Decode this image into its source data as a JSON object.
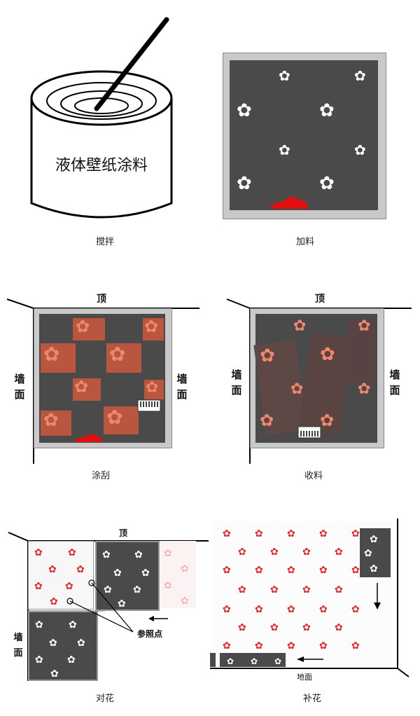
{
  "steps": [
    {
      "caption": "搅拌"
    },
    {
      "caption": "加料"
    },
    {
      "caption": "涂刮"
    },
    {
      "caption": "收料"
    },
    {
      "caption": "对花"
    },
    {
      "caption": "补花"
    }
  ],
  "can_label": "液体壁纸涂料",
  "labels": {
    "top": "顶",
    "wall_chars": [
      "墙",
      "面"
    ],
    "ref_point": "参照点",
    "floor": "地面"
  },
  "icons": {
    "flower": "maple-leaf-flower-icon",
    "scraper": "scraper-icon",
    "paint_blob": "paint-blob-icon",
    "stir_stick": "stir-stick-icon"
  },
  "colors": {
    "panel": "#4a4a4a",
    "frame": "#c9c9c9",
    "flower_white": "#ffffff",
    "flower_red": "#e02828",
    "flower_salmon": "#f0876c",
    "paint": "#e01010"
  }
}
